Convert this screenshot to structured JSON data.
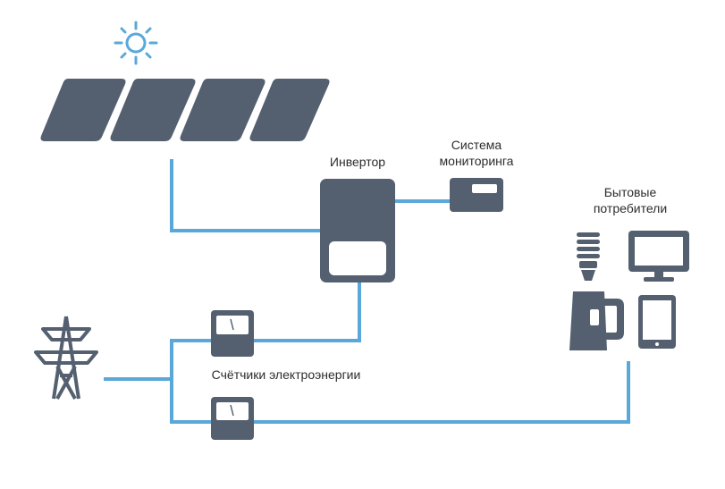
{
  "labels": {
    "inverter": "Инвертор",
    "monitoring_line1": "Система",
    "monitoring_line2": "мониторинга",
    "consumers_line1": "Бытовые",
    "consumers_line2": "потребители",
    "meters": "Счётчики электроэнергии"
  },
  "icons": [
    "sun-icon",
    "solar-panel-icon",
    "inverter-icon",
    "monitoring-device-icon",
    "power-pylon-icon",
    "electricity-meter-icon",
    "energy-saving-bulb-icon",
    "monitor-icon",
    "kettle-icon",
    "tablet-icon"
  ],
  "colors": {
    "line": "#5aa8da",
    "device": "#54606f",
    "sun": "#5aa8da"
  }
}
